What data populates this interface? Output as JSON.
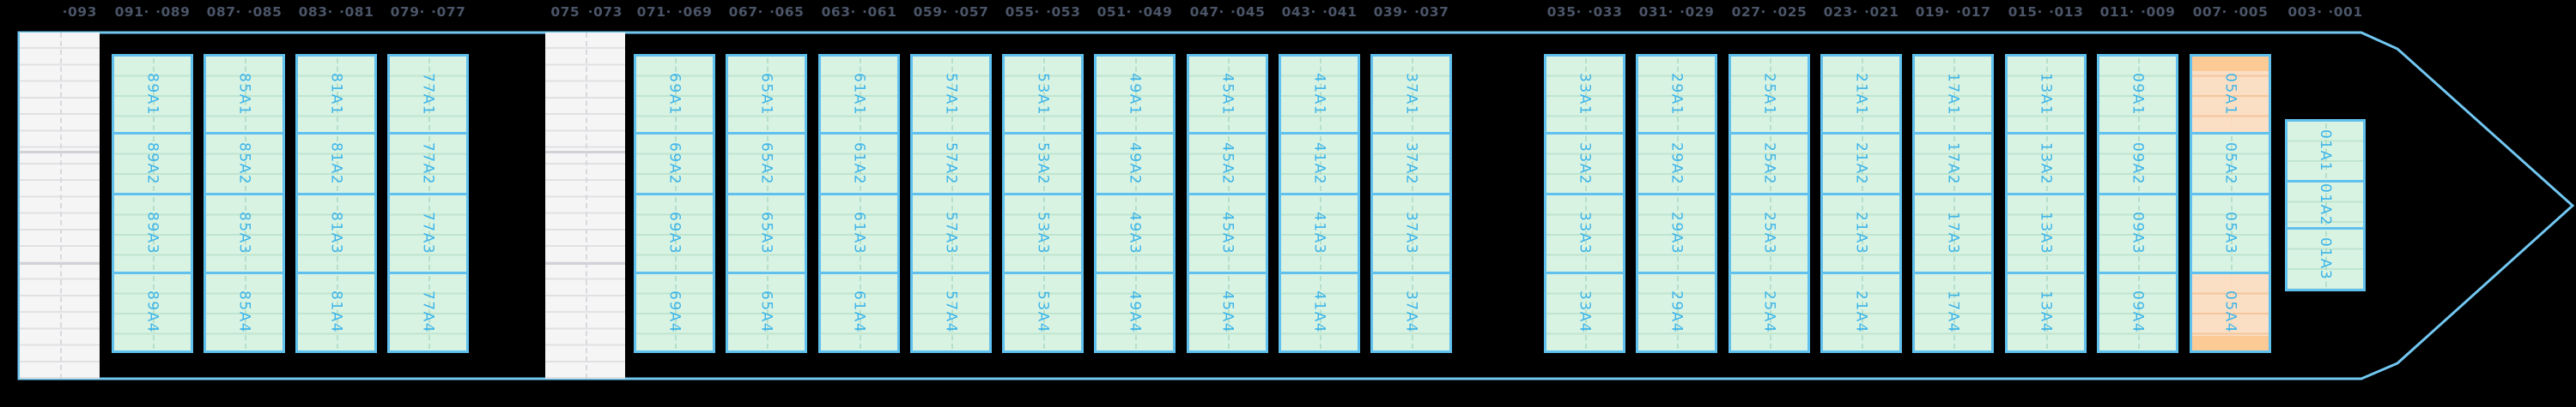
{
  "app": {
    "view_name": "vessel-bay-plan-profile"
  },
  "colors": {
    "background": "#000000",
    "hull_line": "#72c7f1",
    "cell_border": "#60c1ef",
    "cell_fill": "#d9f3e3",
    "cell_text": "#3db5e9",
    "highlight_fill": "#fbdfc5",
    "highlight_band": "#fbca95",
    "house_fill": "#f5f5f6",
    "tick_text": "#4b5568"
  },
  "vessel": {
    "slots": [
      {
        "name": "house-aft",
        "type": "house",
        "ticks": [
          null,
          "·093"
        ],
        "cells": []
      },
      {
        "name": "bay-89",
        "type": "bays",
        "ticks": [
          "091·",
          "·089"
        ],
        "cells": [
          {
            "label": "89A1"
          },
          {
            "label": "89A2"
          },
          {
            "label": "89A3"
          },
          {
            "label": "89A4"
          }
        ]
      },
      {
        "name": "bay-85",
        "type": "bays",
        "ticks": [
          "087·",
          "·085"
        ],
        "cells": [
          {
            "label": "85A1"
          },
          {
            "label": "85A2"
          },
          {
            "label": "85A3"
          },
          {
            "label": "85A4"
          }
        ]
      },
      {
        "name": "bay-81",
        "type": "bays",
        "ticks": [
          "083·",
          "·081"
        ],
        "cells": [
          {
            "label": "81A1"
          },
          {
            "label": "81A2"
          },
          {
            "label": "81A3"
          },
          {
            "label": "81A4"
          }
        ]
      },
      {
        "name": "bay-77",
        "type": "bays",
        "ticks": [
          "079·",
          "·077"
        ],
        "cells": [
          {
            "label": "77A1"
          },
          {
            "label": "77A2"
          },
          {
            "label": "77A3"
          },
          {
            "label": "77A4"
          }
        ]
      },
      {
        "name": "house-fwd",
        "type": "house",
        "ticks": [
          "075",
          "·073"
        ],
        "cells": []
      },
      {
        "name": "bay-69",
        "type": "bays",
        "ticks": [
          "071·",
          "·069"
        ],
        "cells": [
          {
            "label": "69A1"
          },
          {
            "label": "69A2"
          },
          {
            "label": "69A3"
          },
          {
            "label": "69A4"
          }
        ]
      },
      {
        "name": "bay-65",
        "type": "bays",
        "ticks": [
          "067·",
          "·065"
        ],
        "cells": [
          {
            "label": "65A1"
          },
          {
            "label": "65A2"
          },
          {
            "label": "65A3"
          },
          {
            "label": "65A4"
          }
        ]
      },
      {
        "name": "bay-61",
        "type": "bays",
        "ticks": [
          "063·",
          "·061"
        ],
        "cells": [
          {
            "label": "61A1"
          },
          {
            "label": "61A2"
          },
          {
            "label": "61A3"
          },
          {
            "label": "61A4"
          }
        ]
      },
      {
        "name": "bay-57",
        "type": "bays",
        "ticks": [
          "059·",
          "·057"
        ],
        "cells": [
          {
            "label": "57A1"
          },
          {
            "label": "57A2"
          },
          {
            "label": "57A3"
          },
          {
            "label": "57A4"
          }
        ]
      },
      {
        "name": "bay-53",
        "type": "bays",
        "ticks": [
          "055·",
          "·053"
        ],
        "cells": [
          {
            "label": "53A1"
          },
          {
            "label": "53A2"
          },
          {
            "label": "53A3"
          },
          {
            "label": "53A4"
          }
        ]
      },
      {
        "name": "bay-49",
        "type": "bays",
        "ticks": [
          "051·",
          "·049"
        ],
        "cells": [
          {
            "label": "49A1"
          },
          {
            "label": "49A2"
          },
          {
            "label": "49A3"
          },
          {
            "label": "49A4"
          }
        ]
      },
      {
        "name": "bay-45",
        "type": "bays",
        "ticks": [
          "047·",
          "·045"
        ],
        "cells": [
          {
            "label": "45A1"
          },
          {
            "label": "45A2"
          },
          {
            "label": "45A3"
          },
          {
            "label": "45A4"
          }
        ]
      },
      {
        "name": "bay-41",
        "type": "bays",
        "ticks": [
          "043·",
          "·041"
        ],
        "cells": [
          {
            "label": "41A1"
          },
          {
            "label": "41A2"
          },
          {
            "label": "41A3"
          },
          {
            "label": "41A4"
          }
        ]
      },
      {
        "name": "bay-37",
        "type": "bays",
        "ticks": [
          "039·",
          "·037"
        ],
        "cells": [
          {
            "label": "37A1"
          },
          {
            "label": "37A2"
          },
          {
            "label": "37A3"
          },
          {
            "label": "37A4"
          }
        ]
      },
      {
        "name": "bay-33",
        "type": "bays",
        "ticks": [
          "035·",
          "·033"
        ],
        "cells": [
          {
            "label": "33A1"
          },
          {
            "label": "33A2"
          },
          {
            "label": "33A3"
          },
          {
            "label": "33A4"
          }
        ]
      },
      {
        "name": "bay-29",
        "type": "bays",
        "ticks": [
          "031·",
          "·029"
        ],
        "cells": [
          {
            "label": "29A1"
          },
          {
            "label": "29A2"
          },
          {
            "label": "29A3"
          },
          {
            "label": "29A4"
          }
        ]
      },
      {
        "name": "bay-25",
        "type": "bays",
        "ticks": [
          "027·",
          "·025"
        ],
        "cells": [
          {
            "label": "25A1"
          },
          {
            "label": "25A2"
          },
          {
            "label": "25A3"
          },
          {
            "label": "25A4"
          }
        ]
      },
      {
        "name": "bay-21",
        "type": "bays",
        "ticks": [
          "023·",
          "·021"
        ],
        "cells": [
          {
            "label": "21A1"
          },
          {
            "label": "21A2"
          },
          {
            "label": "21A3"
          },
          {
            "label": "21A4"
          }
        ]
      },
      {
        "name": "bay-17",
        "type": "bays",
        "ticks": [
          "019·",
          "·017"
        ],
        "cells": [
          {
            "label": "17A1"
          },
          {
            "label": "17A2"
          },
          {
            "label": "17A3"
          },
          {
            "label": "17A4"
          }
        ]
      },
      {
        "name": "bay-13",
        "type": "bays",
        "ticks": [
          "015·",
          "·013"
        ],
        "cells": [
          {
            "label": "13A1"
          },
          {
            "label": "13A2"
          },
          {
            "label": "13A3"
          },
          {
            "label": "13A4"
          }
        ]
      },
      {
        "name": "bay-09",
        "type": "bays",
        "ticks": [
          "011·",
          "·009"
        ],
        "cells": [
          {
            "label": "09A1"
          },
          {
            "label": "09A2"
          },
          {
            "label": "09A3"
          },
          {
            "label": "09A4"
          }
        ]
      },
      {
        "name": "bay-05",
        "type": "bays",
        "ticks": [
          "007·",
          "·005"
        ],
        "cells": [
          {
            "label": "05A1",
            "state": "highlight",
            "band": "top"
          },
          {
            "label": "05A2"
          },
          {
            "label": "05A3"
          },
          {
            "label": "05A4",
            "state": "highlight",
            "band": "bottom"
          }
        ]
      },
      {
        "name": "bay-01",
        "type": "bow-bays",
        "ticks": [
          "003·",
          "·001"
        ],
        "cells": [
          {
            "label": "01A1"
          },
          {
            "label": "01A2"
          },
          {
            "label": "01A3"
          }
        ]
      }
    ]
  }
}
